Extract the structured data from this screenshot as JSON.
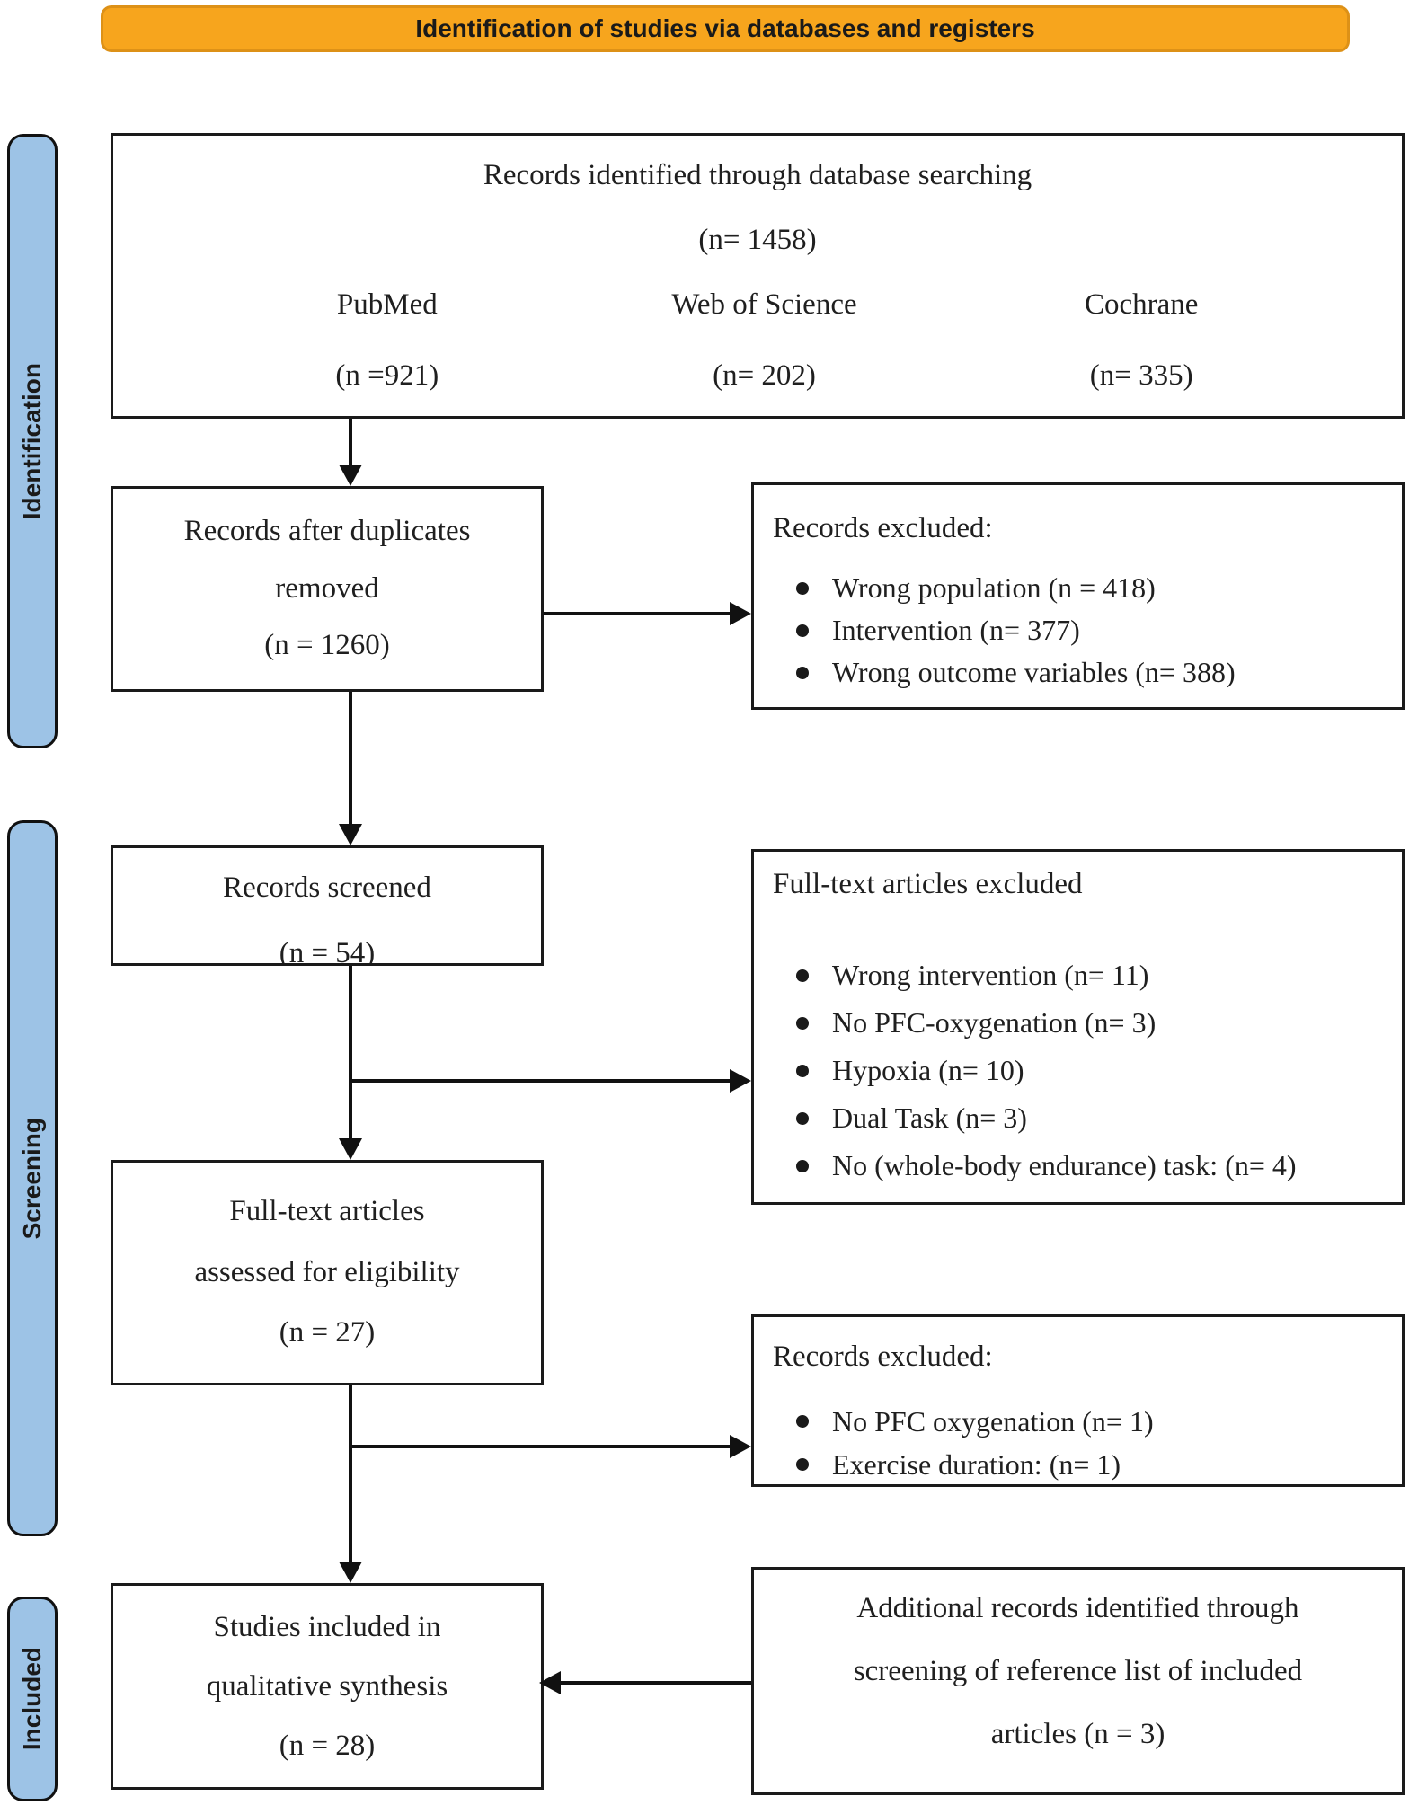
{
  "banner": {
    "title": "Identification of studies via databases and registers"
  },
  "stages": [
    {
      "label": "Identification"
    },
    {
      "label": "Screening"
    },
    {
      "label": "Included"
    }
  ],
  "boxes": {
    "identified": {
      "heading": "Records identified through database searching",
      "count": "(n= 1458)",
      "sources": [
        {
          "name": "PubMed",
          "count": "(n =921)"
        },
        {
          "name": "Web of Science",
          "count": "(n= 202)"
        },
        {
          "name": "Cochrane",
          "count": "(n= 335)"
        }
      ]
    },
    "duplicates": {
      "lines": [
        "Records after duplicates",
        "removed",
        "(n = 1260)"
      ]
    },
    "excluded1": {
      "title": "Records excluded:",
      "bullets": [
        "Wrong population (n = 418)",
        "Intervention (n= 377)",
        "Wrong outcome variables (n= 388)"
      ]
    },
    "screened": {
      "lines": [
        "Records screened",
        "(n = 54)"
      ]
    },
    "fulltext_excluded": {
      "title": "Full-text articles excluded",
      "bullets": [
        "Wrong intervention (n= 11)",
        "No PFC-oxygenation (n= 3)",
        "Hypoxia (n= 10)",
        "Dual Task (n= 3)",
        "No (whole-body endurance) task: (n= 4)"
      ]
    },
    "assessed": {
      "lines": [
        "Full-text articles",
        "assessed for eligibility",
        "(n = 27)"
      ]
    },
    "excluded2": {
      "title": "Records excluded:",
      "bullets": [
        "No PFC oxygenation (n= 1)",
        "Exercise duration: (n= 1)"
      ]
    },
    "included": {
      "lines": [
        "Studies included in",
        "qualitative synthesis",
        "(n = 28)"
      ]
    },
    "additional": {
      "lines": [
        "Additional records identified through",
        "screening of reference list of included",
        "articles (n = 3)"
      ]
    }
  },
  "colors": {
    "banner_fill": "#F7A51D",
    "banner_border": "#DD9117",
    "stage_fill": "#9DC3E6",
    "box_border": "#1A1A1A",
    "text": "#1F1F1F"
  }
}
